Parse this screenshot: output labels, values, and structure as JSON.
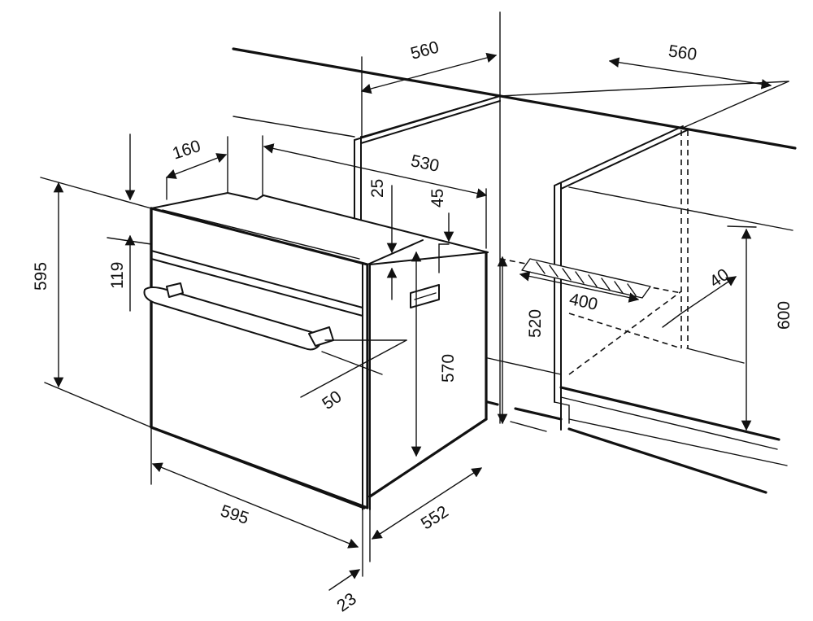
{
  "dimensions": {
    "cabinet_top_width_left": "560",
    "cabinet_top_width_right": "560",
    "depth_top": "160",
    "depth_530": "530",
    "gap_25": "25",
    "gap_45": "45",
    "oven_height": "595",
    "panel_119": "119",
    "handle_50": "50",
    "inner_570": "570",
    "niche_520": "520",
    "oven_width": "595",
    "oven_depth": "552",
    "front_23": "23",
    "vent_400": "400",
    "vent_40": "40",
    "niche_600": "600"
  }
}
